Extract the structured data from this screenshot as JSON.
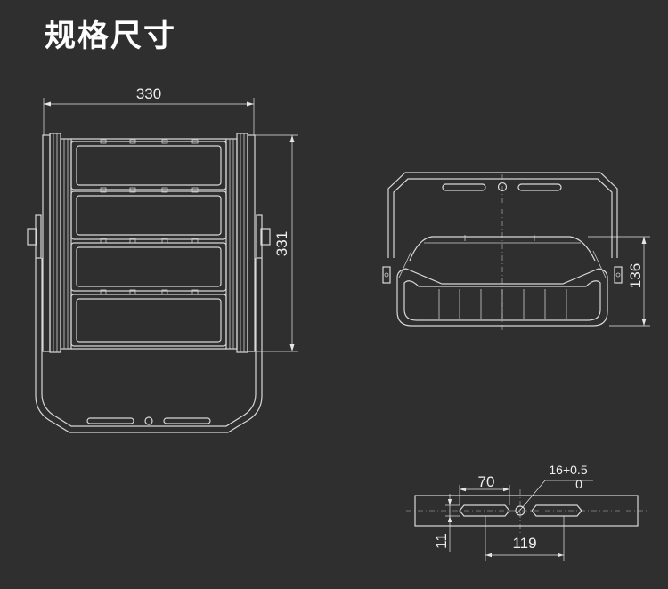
{
  "page": {
    "title": "规格尺寸"
  },
  "dimensions": {
    "front_width": "330",
    "front_height": "331",
    "side_depth": "136",
    "bracket_slot_length": "70",
    "bracket_hole_tol_top": "16+0.5",
    "bracket_hole_tol_bottom": "0",
    "bracket_thickness": "11",
    "bracket_hole_spacing": "119"
  },
  "colors": {
    "background": "#2f2f2f",
    "line": "#d8d8d8",
    "text": "#ffffff"
  }
}
